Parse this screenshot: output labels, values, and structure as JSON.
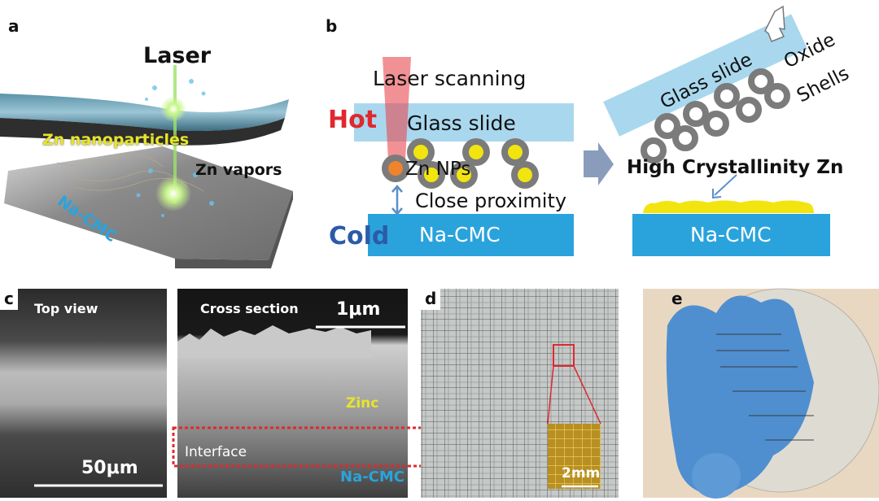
{
  "panels": {
    "a": {
      "label": "a",
      "laser": "Laser",
      "zn_nanoparticles": "Zn nanoparticles",
      "zn_vapors": "Zn vapors",
      "substrate": "Na-CMC"
    },
    "b": {
      "label": "b",
      "laser_scanning": "Laser scanning",
      "hot": "Hot",
      "cold": "Cold",
      "glass_slide": "Glass slide",
      "zn_nps": "Zn NPs",
      "close_proximity": "Close proximity",
      "substrate_left": "Na-CMC",
      "glass_slide_tilted": "Glass slide",
      "oxide_shells_line1": "Oxide",
      "oxide_shells_line2": "Shells",
      "high_crystallinity": "High Crystallinity Zn",
      "substrate_right": "Na-CMC"
    },
    "c": {
      "label": "c",
      "top_view": "Top view",
      "top_scale": "50μm",
      "cross_section": "Cross section",
      "cross_scale": "1μm",
      "zinc": "Zinc",
      "interface": "Interface",
      "substrate": "Na-CMC"
    },
    "d": {
      "label": "d",
      "scale": "2mm"
    },
    "e": {
      "label": "e"
    }
  },
  "colors": {
    "hot": "#e0282e",
    "cold": "#2b5ba8",
    "glass": "#a9d8ee",
    "na_cmc": "#2aa3dc",
    "zn_yellow": "#f2e40f",
    "shell_gray": "#7b7b7b"
  }
}
